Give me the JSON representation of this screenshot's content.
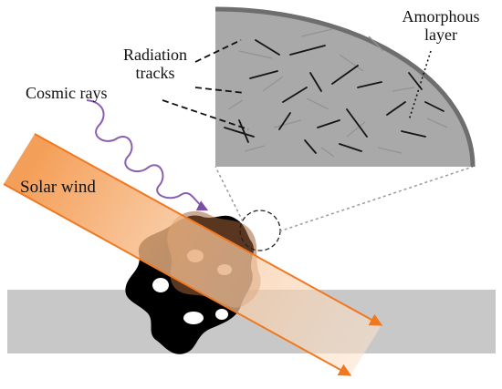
{
  "labels": {
    "radiation_tracks": [
      "Radiation",
      "tracks"
    ],
    "amorphous_layer": [
      "Amorphous",
      "layer"
    ],
    "cosmic_rays": "Cosmic rays",
    "solar_wind": "Solar wind"
  },
  "colors": {
    "grain_interior": "#a9a9a9",
    "amorphous_rim": "#6e6e6e",
    "regolith_band": "#c8c8c8",
    "dust_particle": "#000000",
    "solar_wind_fill": "#f7a25c",
    "solar_wind_edge": "#f07820",
    "cosmic_ray": "#8a5fb0"
  }
}
